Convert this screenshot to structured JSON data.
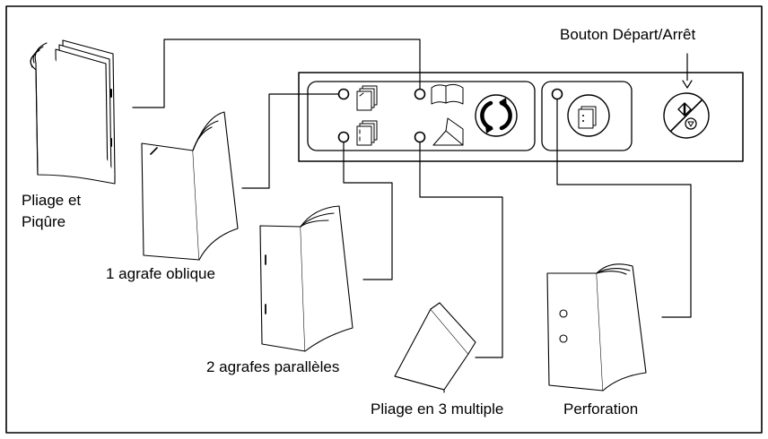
{
  "labels": {
    "start_stop": "Bouton Départ/Arrêt",
    "fold_staple_line1": "Pliage et",
    "fold_staple_line2": "Piqûre",
    "one_staple": "1 agrafe oblique",
    "two_staples": "2 agrafes parallèles",
    "tri_fold": "Pliage en 3 multiple",
    "punch": "Perforation"
  },
  "icons": [
    "staple-corner-icon",
    "staple-two-icon",
    "fold-staple-icon",
    "tri-fold-icon",
    "cycle-arrows-icon",
    "punch-icon",
    "start-stop-icon"
  ],
  "colors": {
    "line": "#000000",
    "background": "#ffffff"
  }
}
